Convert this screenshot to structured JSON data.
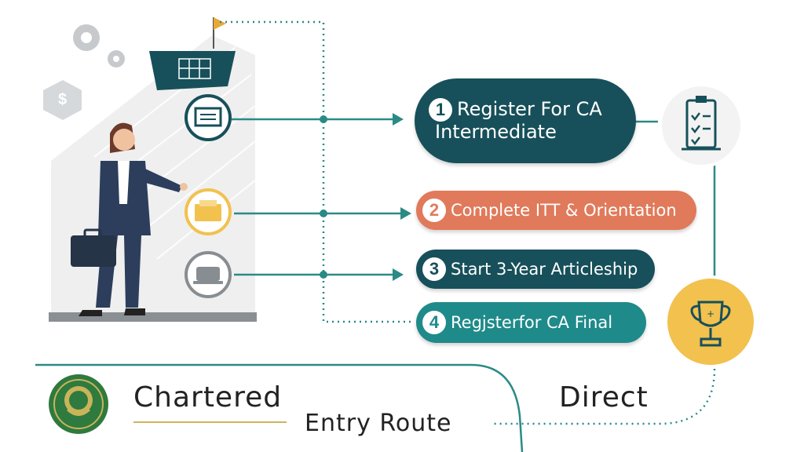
{
  "steps": [
    {
      "num": "1",
      "label_line1": "Register For CA",
      "label_line2": "Intermediate",
      "color": "#17505a"
    },
    {
      "num": "2",
      "label": "Complete ITT & Orientation",
      "color": "#e07a5b"
    },
    {
      "num": "3",
      "label": "Start 3-Year Articleship",
      "color": "#17505a"
    },
    {
      "num": "4",
      "label": "Regjsterfor CA Final",
      "color": "#1f8a8a"
    }
  ],
  "footer": {
    "title_left": "Chartered",
    "title_right": "Direct",
    "subtitle": "Entry Route"
  },
  "icons": {
    "header_sign": "$",
    "checklist": "checklist-icon",
    "trophy": "trophy-icon",
    "emblem": "emblem-logo"
  },
  "colors": {
    "teal_dark": "#17505a",
    "teal": "#1f8a8a",
    "coral": "#e07a5b",
    "gold": "#f2c14e"
  }
}
